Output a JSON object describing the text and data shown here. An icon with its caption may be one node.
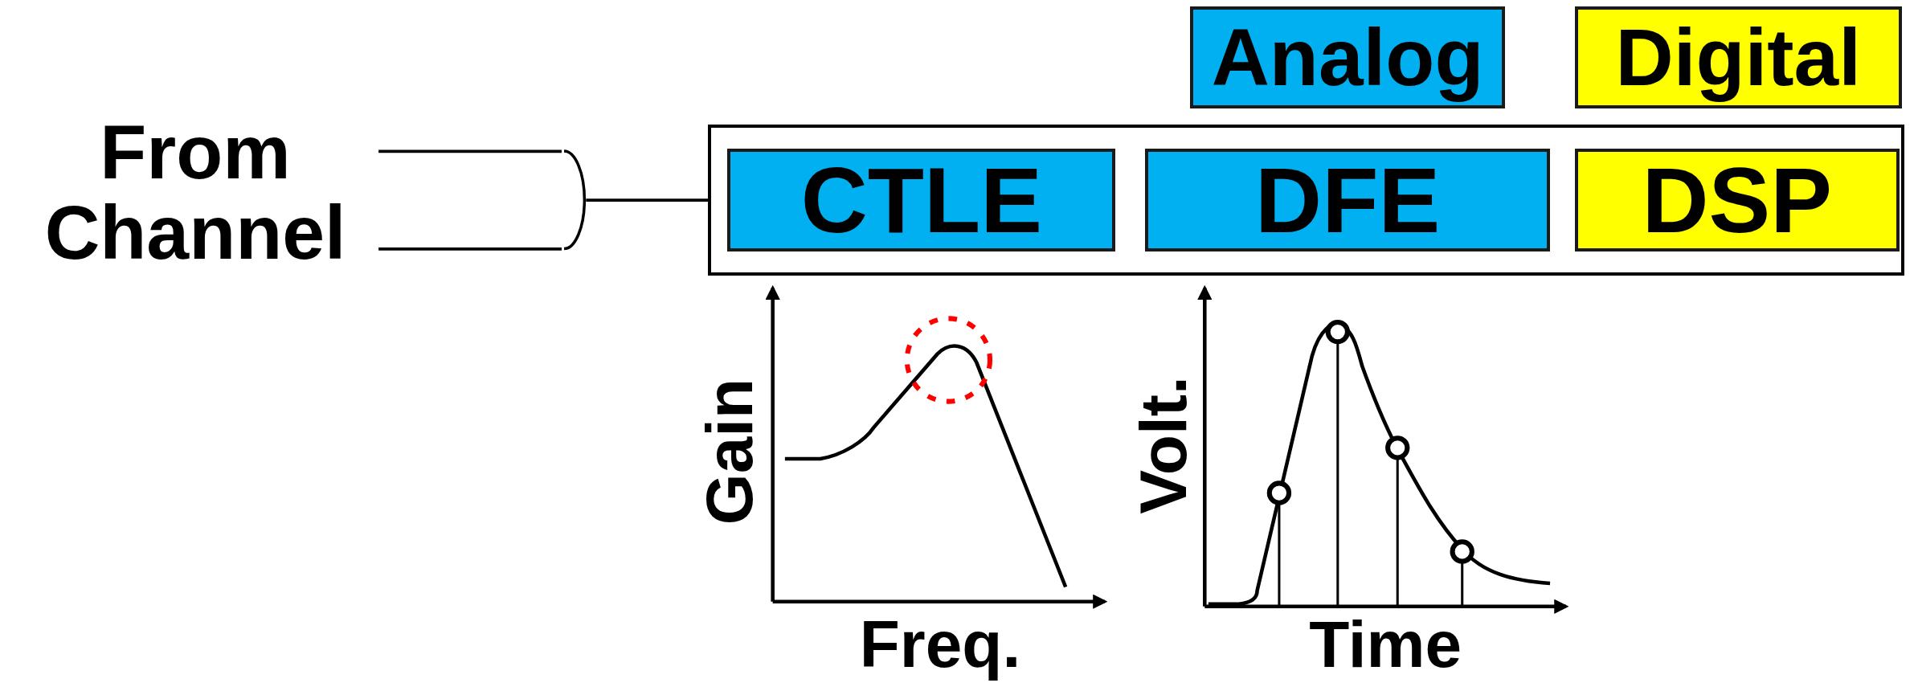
{
  "diagram": {
    "nodes": [
      {
        "text": [
          "From Channel"
        ]
      },
      {
        "text": [],
        "shape": "ellipse"
      },
      {
        "text": [],
        "shape": "box"
      },
      {
        "text": [
          "CTLE"
        ],
        "in": 2
      },
      {
        "text": [
          "DFE"
        ],
        "in": 2
      },
      {
        "text": [
          "DSP"
        ],
        "in": 2
      }
    ],
    "edges": [
      {
        "from": 0,
        "to": 1,
        "arrow": "none"
      },
      {
        "from": 0,
        "to": 1,
        "arrow": "none"
      },
      {
        "from": 1,
        "to": 2,
        "arrow": "none"
      }
    ],
    "labels": [
      "Gain",
      "Freq.",
      "Volt.",
      "Time"
    ],
    "legend": [
      {
        "text": "Analog",
        "color": "#00b0f0"
      },
      {
        "text": "Digital",
        "color": "#ffff00"
      }
    ]
  }
}
